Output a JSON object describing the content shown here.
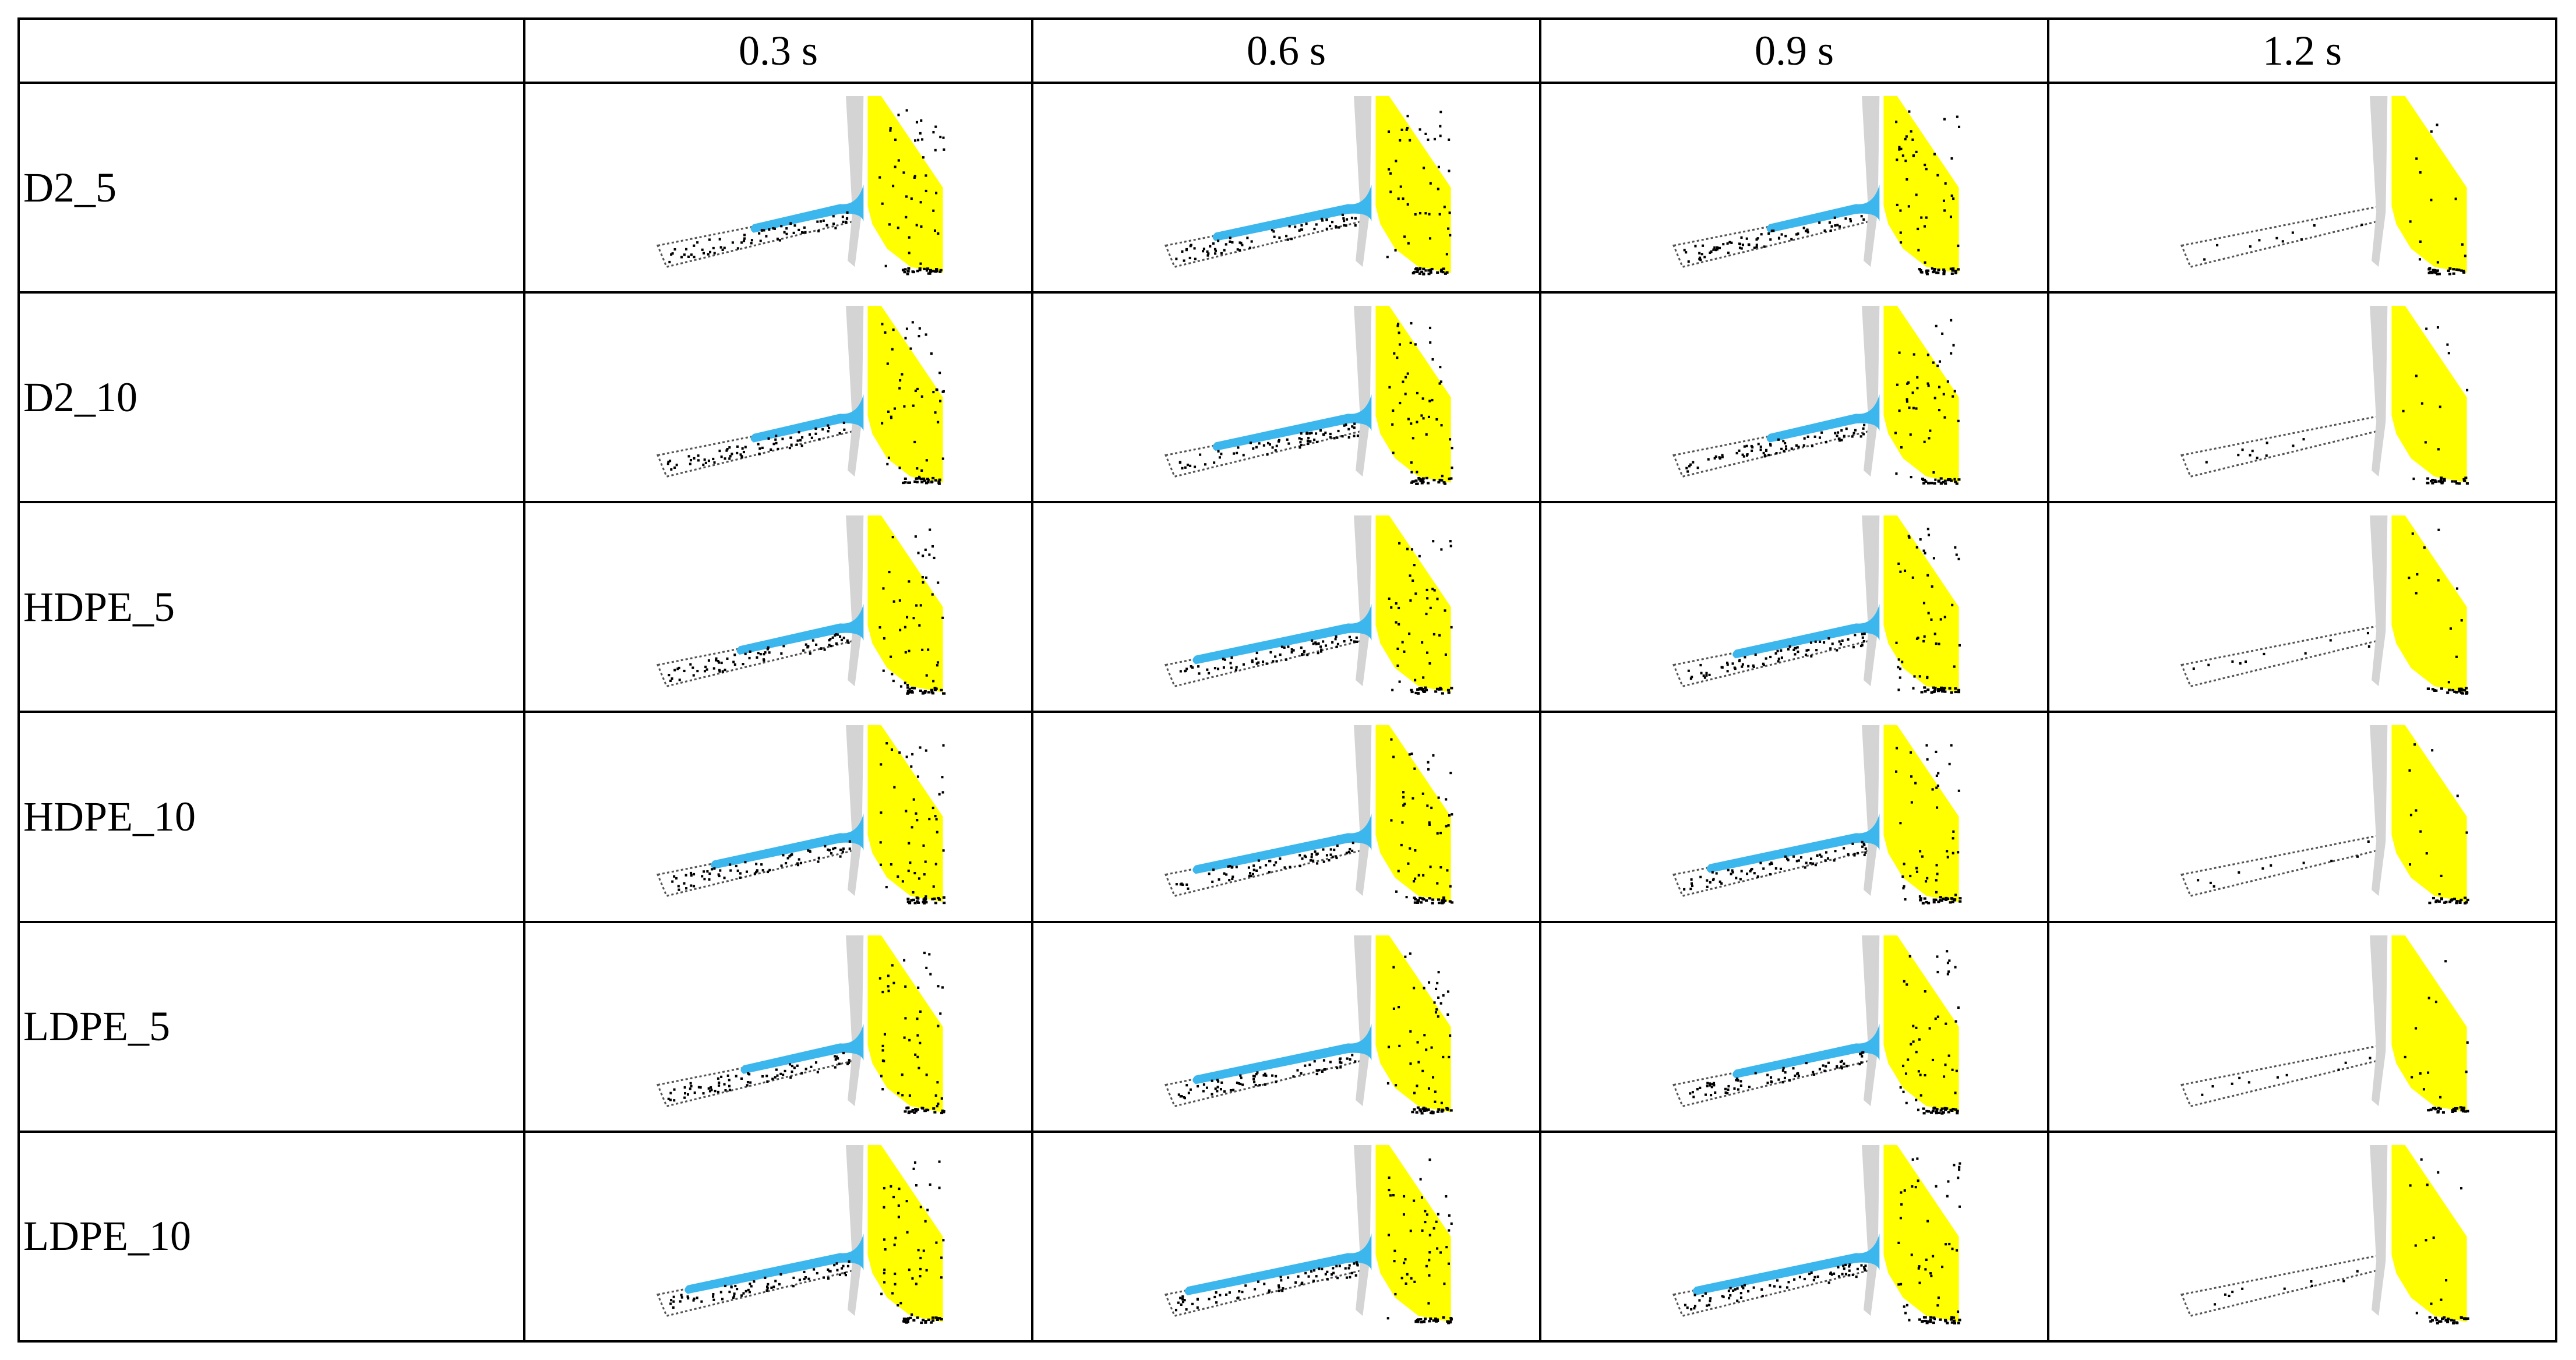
{
  "table": {
    "corner": "",
    "columns": [
      "0.3 s",
      "0.6 s",
      "0.9 s",
      "1.2 s"
    ],
    "rows": [
      {
        "label": "D2_5",
        "fluid_extent": [
          0.55,
          0.78,
          0.55,
          0.0
        ]
      },
      {
        "label": "D2_10",
        "fluid_extent": [
          0.55,
          0.78,
          0.55,
          0.0
        ]
      },
      {
        "label": "HDPE_5",
        "fluid_extent": [
          0.62,
          0.88,
          0.72,
          0.0
        ]
      },
      {
        "label": "HDPE_10",
        "fluid_extent": [
          0.75,
          0.88,
          0.85,
          0.0
        ]
      },
      {
        "label": "LDPE_5",
        "fluid_extent": [
          0.6,
          0.88,
          0.72,
          0.0
        ]
      },
      {
        "label": "LDPE_10",
        "fluid_extent": [
          0.88,
          0.92,
          0.92,
          0.0
        ]
      }
    ]
  },
  "colors": {
    "body_yellow": "#ffff00",
    "fluid_blue": "#3cb7ee",
    "wall_gray": "#d4d4d4",
    "particle_black": "#000000",
    "channel_outline": "#555555",
    "grid_border": "#000000"
  }
}
